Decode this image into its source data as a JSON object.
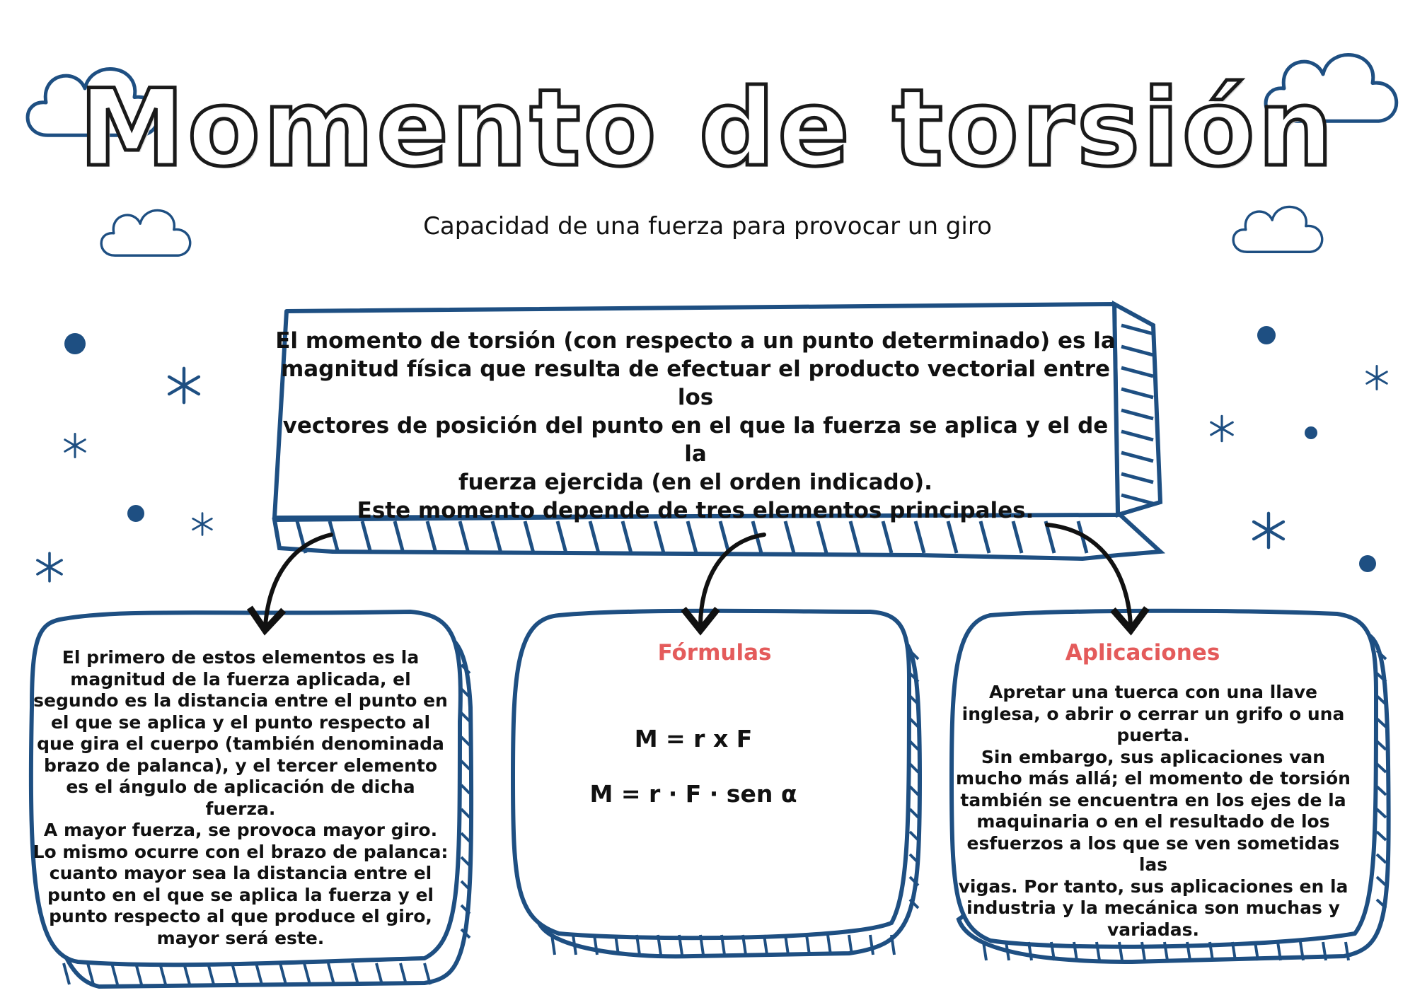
{
  "title": "Momento de torsión",
  "subtitle": "Capacidad de una fuerza para provocar un giro",
  "main_box": {
    "lines": [
      "El momento de torsión (con respecto a un punto determinado) es la",
      "magnitud física que resulta de efectuar el producto vectorial entre los",
      "vectores de posición del punto en el que la fuerza se aplica y el de la",
      "fuerza ejercida (en el orden indicado).",
      "Este momento depende de tres elementos principales."
    ]
  },
  "left_box": {
    "lines": [
      "El primero de estos elementos es la",
      "magnitud de la fuerza aplicada, el",
      "segundo es la distancia entre el punto en",
      "el que se aplica y el punto respecto al",
      "que gira el cuerpo (también denominada",
      "brazo de palanca), y el tercer elemento",
      "es el ángulo de aplicación de dicha",
      "fuerza.",
      "A mayor fuerza, se provoca mayor giro.",
      "Lo mismo ocurre con el brazo de palanca:",
      "cuanto mayor sea la distancia entre el",
      "punto en el que se aplica la fuerza y el",
      "punto respecto al que produce el giro,",
      "mayor será este."
    ]
  },
  "formulas_box": {
    "heading": "Fórmulas",
    "formula_1": "M = r x F",
    "formula_2": "M = r · F · sen α"
  },
  "apps_box": {
    "heading": "Aplicaciones",
    "lines": [
      "Apretar una tuerca con una llave",
      "inglesa, o abrir o cerrar un grifo o una",
      "puerta.",
      "Sin embargo, sus aplicaciones van",
      "mucho más allá; el momento de torsión",
      "también se encuentra en los ejes de la",
      "maquinaria o en el resultado de los",
      "esfuerzos a los que se ven sometidas las",
      "vigas. Por tanto, sus aplicaciones en la",
      "industria y la mecánica son muchas y",
      "variadas."
    ]
  },
  "colors": {
    "outline": "#1e4f82",
    "heading_accent": "#e45b5b",
    "arrow": "#111111",
    "text": "#111111"
  },
  "icons": [
    "cloud-icon",
    "star-icon",
    "dot-icon",
    "curved-arrow-icon"
  ]
}
